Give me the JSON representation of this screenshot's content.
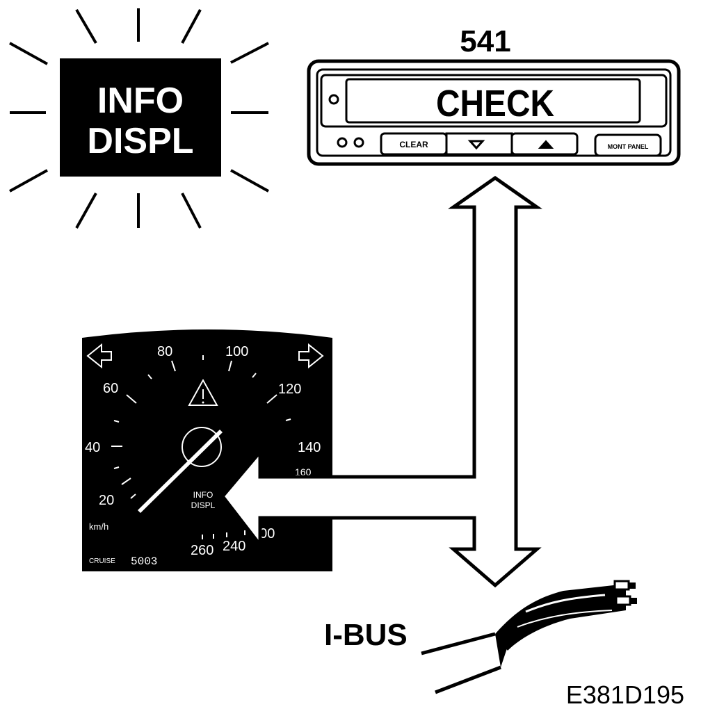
{
  "warning_lamp": {
    "line1": "INFO",
    "line2": "DISPL"
  },
  "info_display": {
    "label": "541",
    "screen_text": "CHECK",
    "buttons": {
      "clear": "CLEAR",
      "down_icon": "triangle-down-icon",
      "up_icon": "triangle-up-icon",
      "panel": "MONT PANEL"
    }
  },
  "instrument_cluster": {
    "speed_labels": [
      "20",
      "40",
      "60",
      "80",
      "100",
      "120",
      "140",
      "160",
      "200",
      "240",
      "260"
    ],
    "unit": "km/h",
    "cruise_label": "CRUISE",
    "odometer": "5003",
    "info_indicator": {
      "line1": "INFO",
      "line2": "DISPL"
    }
  },
  "bus_label": "I-BUS",
  "figure_code": "E381D195",
  "colors": {
    "ink": "#000000",
    "paper": "#ffffff"
  }
}
